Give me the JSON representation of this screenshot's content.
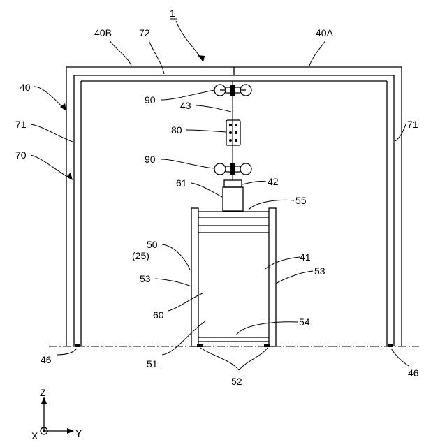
{
  "labels": {
    "fig": "1",
    "l40B": "40B",
    "l40A": "40A",
    "l72": "72",
    "l40": "40",
    "l71_left": "71",
    "l71_right": "71",
    "l70": "70",
    "l90_top": "90",
    "l43": "43",
    "l80": "80",
    "l90_bottom": "90",
    "l61": "61",
    "l42": "42",
    "l55": "55",
    "l50": "50",
    "l25": "(25)",
    "l41": "41",
    "l53_left": "53",
    "l53_right": "53",
    "l60": "60",
    "l54": "54",
    "l46_left": "46",
    "l46_right": "46",
    "l51": "51",
    "l52": "52"
  },
  "axes": {
    "z": "Z",
    "x": "X",
    "y": "Y"
  }
}
